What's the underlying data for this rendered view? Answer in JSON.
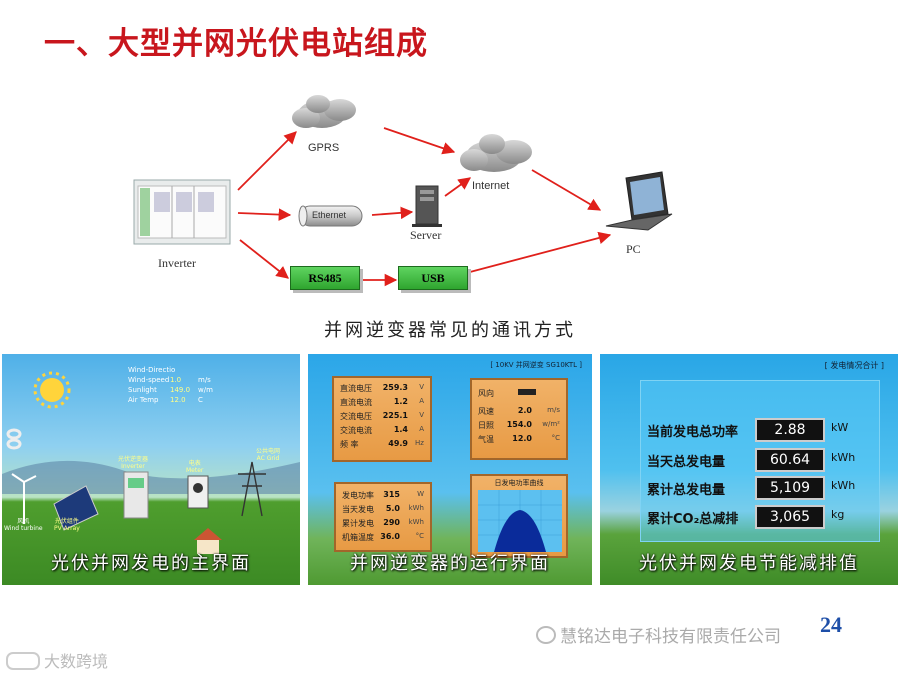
{
  "title": "一、大型并网光伏电站组成",
  "diagram": {
    "nodes": {
      "gprs": "GPRS",
      "internet": "Internet",
      "ethernet": "Ethernet",
      "server": "Server",
      "inverter": "Inverter",
      "pc": "PC",
      "rs485": "RS485",
      "usb": "USB"
    },
    "caption": "并网逆变器常见的通讯方式"
  },
  "panels": {
    "main_screen": {
      "caption": "光伏并网发电的主界面",
      "weather": [
        {
          "label": "Wind-Directio",
          "value": "",
          "unit": ""
        },
        {
          "label": "Wind-speed",
          "value": "1.0",
          "unit": "m/s"
        },
        {
          "label": "Sunlight",
          "value": "149.0",
          "unit": "w/m"
        },
        {
          "label": "Air Temp",
          "value": "12.0",
          "unit": "C"
        }
      ],
      "labels": {
        "turbine": "风机\nWind turbine",
        "array": "光伏组件\nPV Array",
        "inverter": "光伏逆变器\nInverter",
        "meter": "电表\nMeter",
        "grid": "公共电网\nAC Grid"
      }
    },
    "run_screen": {
      "caption": "并网逆变器的运行界面",
      "header": "[ 10KV 并网逆变 SG10KTL ]",
      "dc_rows": [
        {
          "label": "直流电压",
          "value": "259.3",
          "unit": "V"
        },
        {
          "label": "直流电流",
          "value": "1.2",
          "unit": "A"
        },
        {
          "label": "交流电压",
          "value": "225.1",
          "unit": "V"
        },
        {
          "label": "交流电流",
          "value": "1.4",
          "unit": "A"
        },
        {
          "label": "频 率",
          "value": "49.9",
          "unit": "Hz"
        }
      ],
      "env_rows": [
        {
          "label": "风向",
          "value": "",
          "unit": ""
        },
        {
          "label": "风速",
          "value": "2.0",
          "unit": "m/s"
        },
        {
          "label": "日照",
          "value": "154.0",
          "unit": "w/m²"
        },
        {
          "label": "气温",
          "value": "12.0",
          "unit": "°C"
        }
      ],
      "power_rows": [
        {
          "label": "发电功率",
          "value": "315",
          "unit": "W"
        },
        {
          "label": "当天发电",
          "value": "5.0",
          "unit": "kWh"
        },
        {
          "label": "累计发电",
          "value": "290",
          "unit": "kWh"
        },
        {
          "label": "机箱温度",
          "value": "36.0",
          "unit": "°C"
        }
      ],
      "curve_title": "日发电功率曲线"
    },
    "savings_screen": {
      "caption": "光伏并网发电节能减排值",
      "header": "[ 发电情况合计 ]",
      "rows": [
        {
          "label": "当前发电总功率",
          "value": "2.88",
          "unit": "kW"
        },
        {
          "label": "当天总发电量",
          "value": "60.64",
          "unit": "kWh"
        },
        {
          "label": "累计总发电量",
          "value": "5,109",
          "unit": "kWh"
        },
        {
          "label": "累计CO₂总减排",
          "value": "3,065",
          "unit": "kg"
        }
      ]
    }
  },
  "page_number": "24",
  "watermark_company": "慧铭达电子科技有限责任公司",
  "watermark_source": "大数跨境",
  "colors": {
    "title": "#c8161d",
    "arrow": "#e0201b",
    "green_box": "#3fbf3f",
    "orange_panel": "#e8a04e",
    "blue_bg": "#1b8fd6"
  }
}
